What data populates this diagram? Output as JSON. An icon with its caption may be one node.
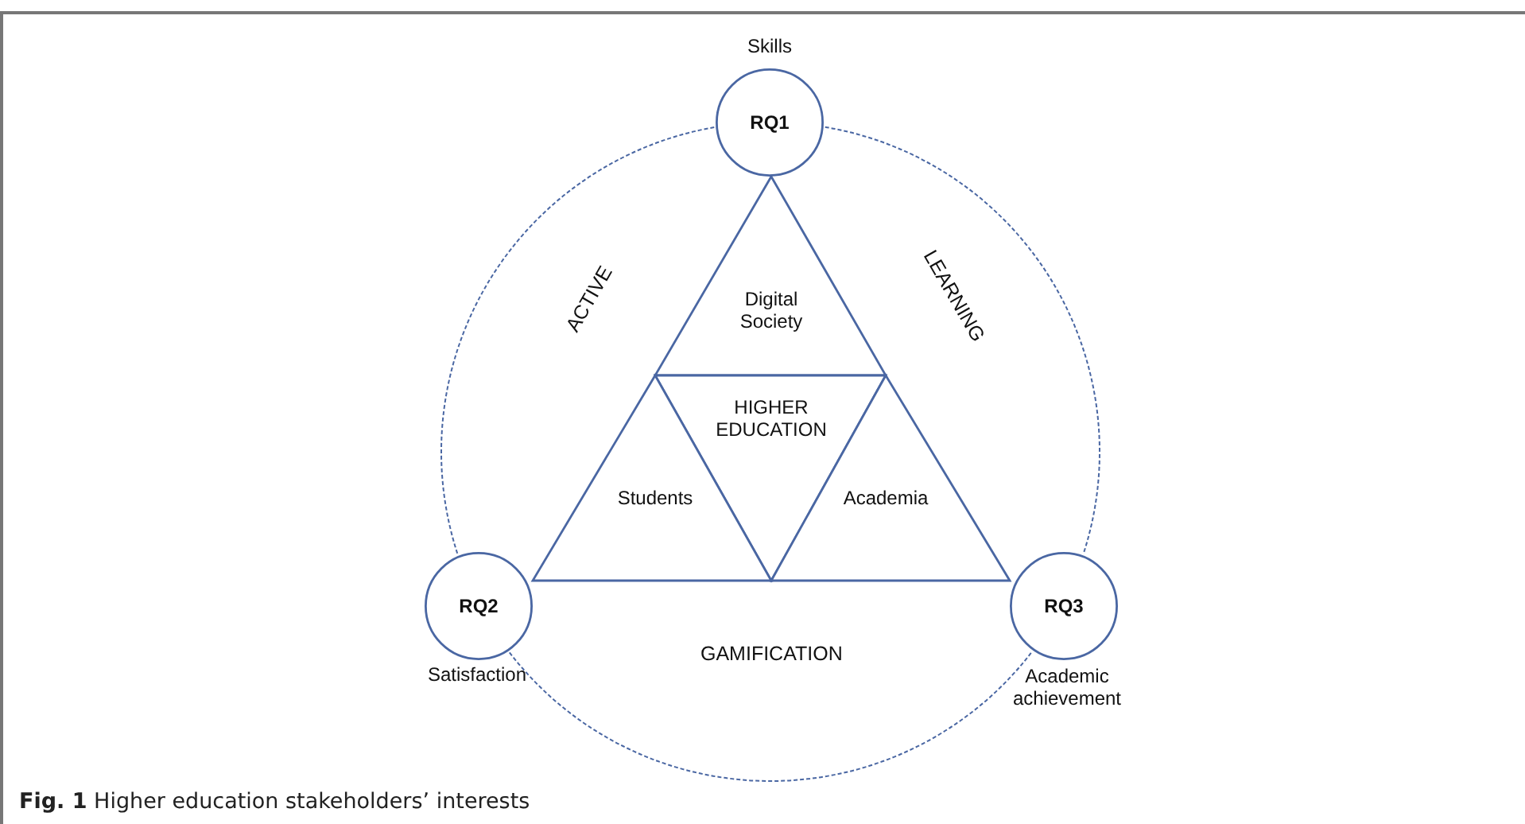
{
  "diagram": {
    "caption": "**Fig. 1** Higher education stakeholders’ interests",
    "nodes": [
      {
        "text": [
          "RQ1"
        ],
        "beside": [
          "Skills"
        ]
      },
      {
        "text": [
          "RQ2"
        ],
        "beside": [
          "Satisfaction"
        ]
      },
      {
        "text": [
          "RQ3"
        ],
        "beside": [
          "Academic achievement"
        ]
      },
      {
        "text": [
          "Digital Society"
        ]
      },
      {
        "text": [
          "HIGHER EDUCATION"
        ]
      },
      {
        "text": [
          "Students"
        ]
      },
      {
        "text": [
          "Academia"
        ]
      }
    ],
    "edges": [
      {
        "from": 0,
        "to": 1,
        "arrow": "none",
        "style": "dashed"
      },
      {
        "from": 0,
        "to": 2,
        "arrow": "none",
        "style": "dashed"
      },
      {
        "from": 1,
        "to": 2,
        "arrow": "none",
        "style": "dashed"
      }
    ],
    "labels": [
      "ACTIVE",
      "LEARNING",
      "GAMIFICATION"
    ]
  }
}
